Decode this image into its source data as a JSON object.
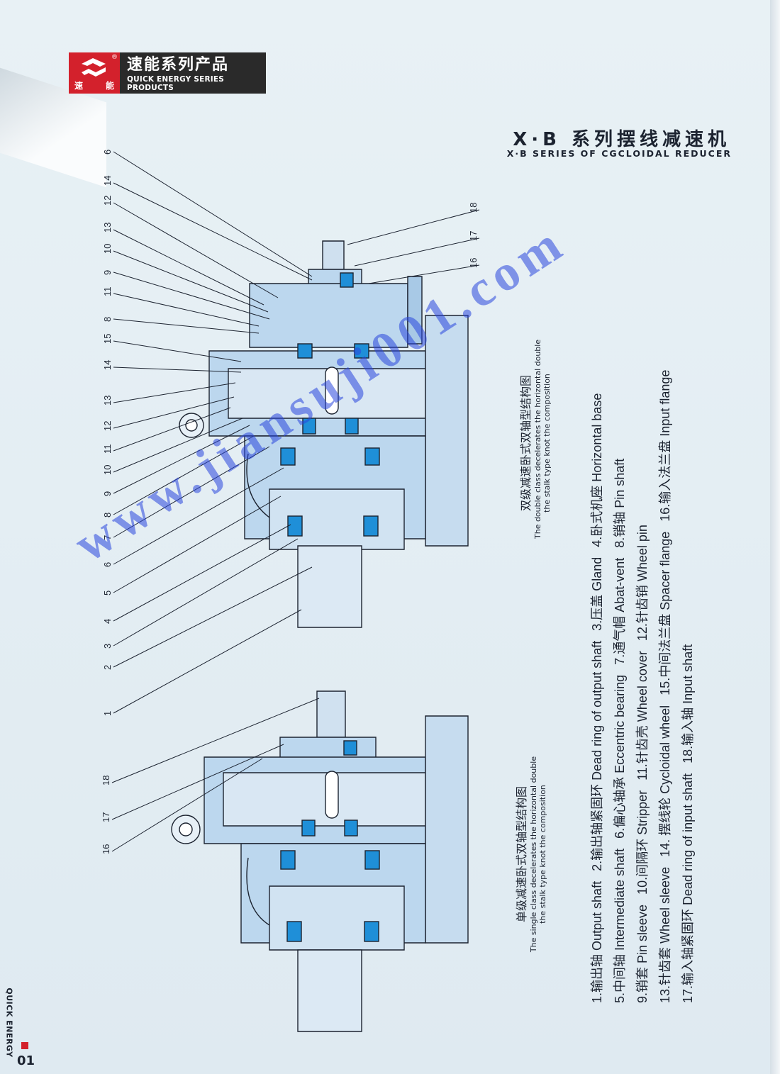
{
  "brand": {
    "name_cn": "速能系列产品",
    "name_en": "QUICK ENERGY SERIES PRODUCTS",
    "logo_chars": [
      "速",
      "能"
    ],
    "reg": "®",
    "color": "#d3212c"
  },
  "title": {
    "cn": "X·B 系列摆线减速机",
    "en": "X·B SERIES OF CGCLOIDAL REDUCER"
  },
  "captions": {
    "double": {
      "cn": "双级减速卧式双轴型结构图",
      "en1": "The double class decelerates the horizontal double",
      "en2": "the stalk type knot the composition"
    },
    "single": {
      "cn": "单级减速卧式双轴型结构图",
      "en1": "The single class decelerates the horizontal double",
      "en2": "the stalk type knot the composition"
    }
  },
  "callouts_double": [
    "6",
    "14",
    "12",
    "13",
    "10",
    "9",
    "11",
    "8",
    "15",
    "14",
    "13",
    "12",
    "11",
    "10",
    "9",
    "8",
    "7",
    "6",
    "5",
    "4",
    "3",
    "2",
    "1"
  ],
  "callouts_double_top": [
    "18",
    "17",
    "16"
  ],
  "callouts_single": [
    "18",
    "17",
    "16"
  ],
  "legend": [
    [
      "1.输出轴 Output shaft",
      "2.输出轴紧固环 Dead ring of output shaft",
      "3.压盖 Gland",
      "4.卧式机座 Horizontal base"
    ],
    [
      "5.中间轴 Intermediate shaft",
      "6.偏心轴承 Eccentric bearing",
      "7.通气帽 Abat-vent",
      "8.销轴 Pin shaft"
    ],
    [
      "9.销套 Pin sleeve",
      "10.间隔环 Stripper",
      "11.针齿壳 Wheel cover",
      "12.针齿销 Wheel pin"
    ],
    [
      "13.针齿套 Wheel sleeve",
      "14. 摆线轮 Cycloidal wheel",
      "15.中间法兰盘 Spacer flange",
      "16.输入法兰盘 Input flange"
    ],
    [
      "17.输入轴紧固环 Dead ring of input shaft",
      "18.输入轴 Input shaft"
    ]
  ],
  "watermark": "www.jiansuji001.com",
  "footer": {
    "label": "QUICK ENERGY",
    "page": "01"
  },
  "colors": {
    "line": "#1c2330",
    "drawing_fill": "#bcd7ee",
    "bearing": "#1f8fd8"
  }
}
